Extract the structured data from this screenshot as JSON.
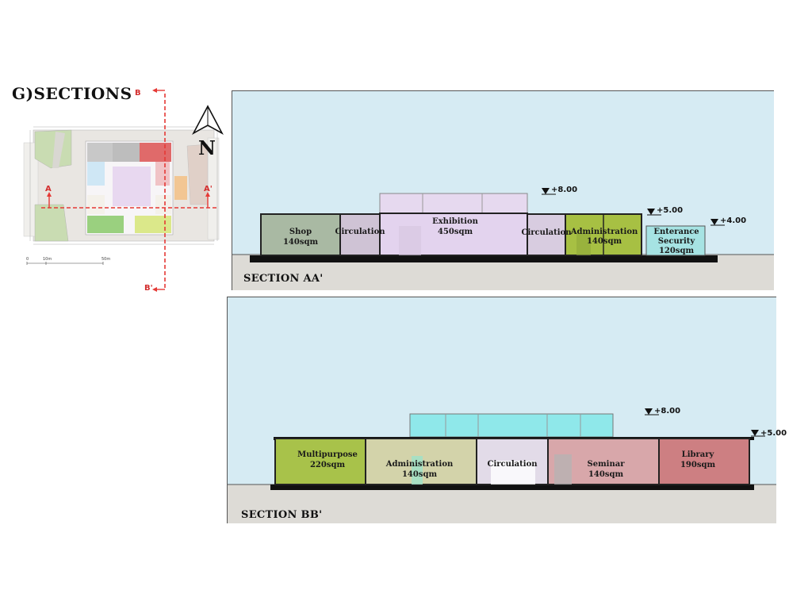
{
  "title": "G)SECTIONS",
  "key_plan": {
    "north_label": "N",
    "cut_a_start": "A",
    "cut_a_end": "A'",
    "cut_b_start": "B",
    "cut_b_end": "B'",
    "scale_labels": [
      "0",
      "10m",
      "50m"
    ]
  },
  "sections": {
    "aa": {
      "label": "SECTION AA'",
      "levels": [
        "+8.00",
        "+5.00",
        "+4.00"
      ],
      "rooms": [
        {
          "name": "Shop",
          "area": "140sqm",
          "color": "#a9b9a3"
        },
        {
          "name": "Circulation",
          "area": "",
          "color": "#cfc3d5"
        },
        {
          "name": "Exhibition",
          "area": "450sqm",
          "color": "#e3d3ee"
        },
        {
          "name": "Circulation",
          "area": "",
          "color": "#d8cce0"
        },
        {
          "name": "Administration",
          "area": "140sqm",
          "color": "#a7c043"
        },
        {
          "name": "Enterance",
          "area": "Security",
          "extra": "120sqm",
          "color": "#a6e3e3"
        }
      ]
    },
    "bb": {
      "label": "SECTION BB'",
      "levels": [
        "+8.00",
        "+5.00"
      ],
      "rooms": [
        {
          "name": "Multipurpose",
          "area": "220sqm",
          "color": "#a8c24a"
        },
        {
          "name": "Administration",
          "area": "140sqm",
          "color": "#d3d3aa"
        },
        {
          "name": "Circulation",
          "area": "",
          "color": "#e2dbe8"
        },
        {
          "name": "Seminar",
          "area": "140sqm",
          "color": "#d8a7aa"
        },
        {
          "name": "Library",
          "area": "190sqm",
          "color": "#cd7f82"
        }
      ]
    }
  },
  "colors": {
    "sky": "#d6ebf3",
    "ground": "#dddbd6",
    "glass_aa": "#e6d9ef",
    "glass_bb": "#8fe8ea",
    "cut_line": "#e53935"
  }
}
